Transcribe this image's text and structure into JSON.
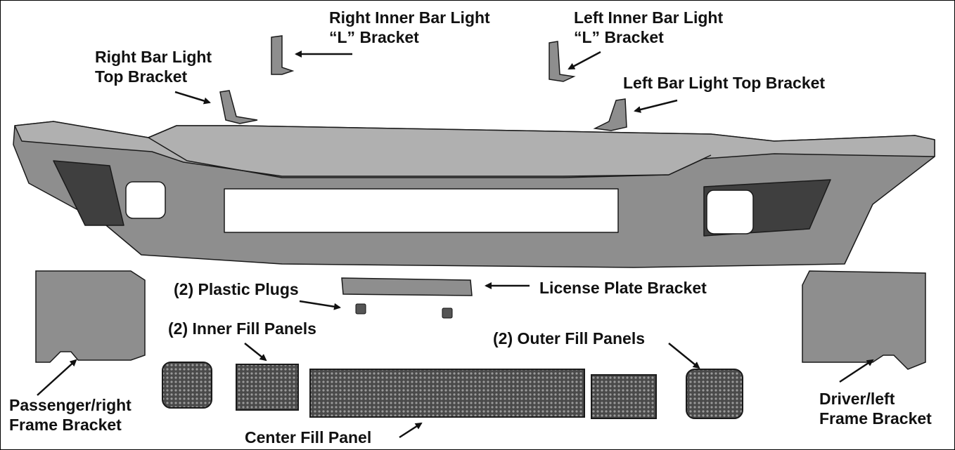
{
  "labels": {
    "right_inner_bar_light_l_bracket": [
      "Right Inner Bar Light",
      "“L” Bracket"
    ],
    "left_inner_bar_light_l_bracket": [
      "Left Inner Bar Light",
      "“L” Bracket"
    ],
    "right_bar_light_top_bracket": [
      "Right Bar Light",
      "Top Bracket"
    ],
    "left_bar_light_top_bracket": "Left Bar Light Top Bracket",
    "plastic_plugs": "(2) Plastic Plugs",
    "license_plate_bracket": "License Plate Bracket",
    "inner_fill_panels": "(2) Inner Fill Panels",
    "outer_fill_panels": "(2) Outer Fill Panels",
    "passenger_right_frame_bracket": [
      "Passenger/right",
      "Frame Bracket"
    ],
    "driver_left_frame_bracket": [
      "Driver/left",
      "Frame Bracket"
    ],
    "center_fill_panel": "Center Fill Panel"
  },
  "colors": {
    "part_fill": "#8e8e8e",
    "part_dark": "#555555",
    "part_light": "#c4c4c4",
    "outline": "#1a1a1a",
    "text": "#111111"
  }
}
